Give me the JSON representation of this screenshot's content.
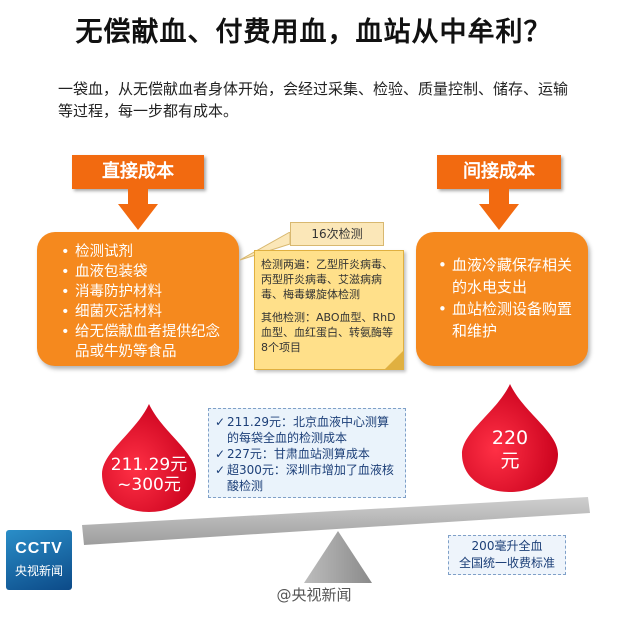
{
  "title": "无偿献血、付费用血，血站从中牟利？",
  "intro": "一袋血，从无偿献血者身体开始，会经过采集、检验、质量控制、储存、运输等过程，每一步都有成本。",
  "direct": {
    "header": "直接成本",
    "items": [
      "检测试剂",
      "血液包装袋",
      "消毒防护材料",
      "细菌灭活材料",
      "给无偿献血者提供纪念品或牛奶等食品"
    ]
  },
  "indirect": {
    "header": "间接成本",
    "items": [
      "血液冷藏保存相关的水电支出",
      "血站检测设备购置和维护"
    ]
  },
  "tests": {
    "tag": "16次检测",
    "two_items": "检测两遍：乙型肝炎病毒、丙型肝炎病毒、艾滋病病毒、梅毒螺旋体检测",
    "other_items": "其他检测：ABO血型、RhD血型、血红蛋白、转氨酶等8个项目"
  },
  "cost_notes": [
    "211.29元：北京血液中心测算的每袋全血的检测成本",
    "227元：甘肃血站测算成本",
    "超300元：深圳市增加了血液核酸检测"
  ],
  "left_drop": {
    "line1": "211.29元",
    "line2": "~300元"
  },
  "right_drop": {
    "line1": "220",
    "line2": "元"
  },
  "fee_note": {
    "line1": "200毫升全血",
    "line2": "全国统一收费标准"
  },
  "logo": {
    "top": "CCTV",
    "bottom": "央视新闻"
  },
  "watermark": "@央视新闻",
  "colors": {
    "orange": "#f26a10",
    "orange_box": "#f5891e",
    "drop_red": "#e8122b",
    "beam": "#b8b8b8"
  }
}
